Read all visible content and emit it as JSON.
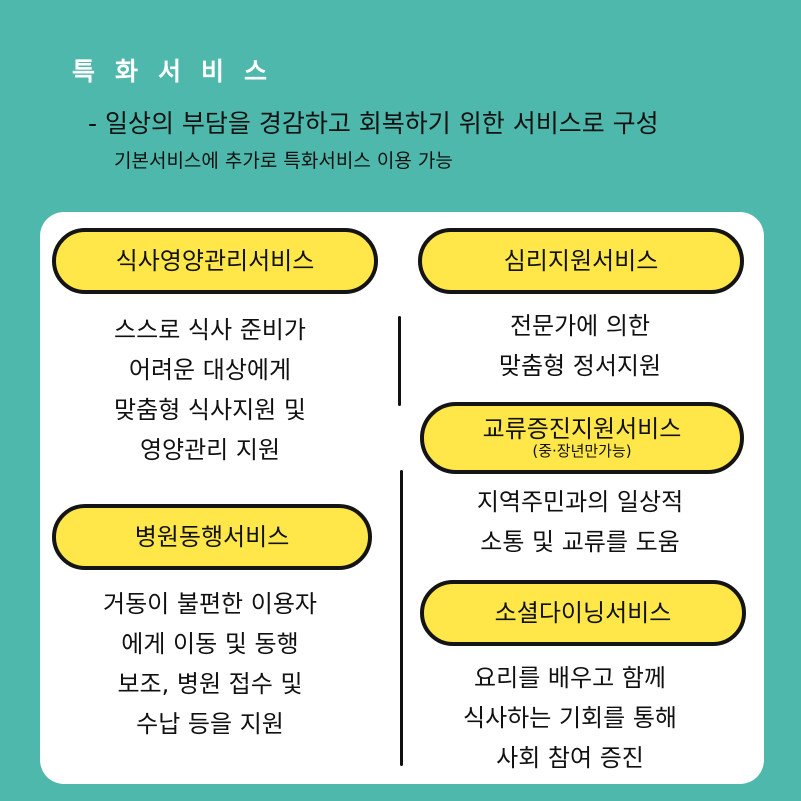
{
  "header": {
    "title": "특화서비스",
    "subtitle": "- 일상의 부담을 경감하고 회복하기 위한 서비스로 구성",
    "note": "기본서비스에 추가로 특화서비스 이용 가능"
  },
  "services": {
    "meal": {
      "label": "식사영양관리서비스",
      "lines": [
        "스스로 식사 준비가",
        "어려운 대상에게",
        "맞춤형 식사지원 및",
        "영양관리 지원"
      ]
    },
    "psych": {
      "label": "심리지원서비스",
      "lines": [
        "전문가에 의한",
        "맞춤형 정서지원"
      ]
    },
    "exchange": {
      "label": "교류증진지원서비스",
      "note": "(중·장년만가능)",
      "lines": [
        "지역주민과의 일상적",
        "소통 및 교류를 도움"
      ]
    },
    "hospital": {
      "label": "병원동행서비스",
      "lines": [
        "거동이 불편한 이용자",
        "에게 이동 및 동행",
        "보조, 병원 접수 및",
        "수납 등을 지원"
      ]
    },
    "social": {
      "label": "소셜다이닝서비스",
      "lines": [
        "요리를 배우고 함께",
        "식사하는 기회를 통해",
        "사회 참여 증진"
      ]
    }
  },
  "colors": {
    "background": "#4db8ab",
    "panel": "#ffffff",
    "pill": "#ffe74a",
    "title": "#ffffff",
    "text": "#111111"
  }
}
